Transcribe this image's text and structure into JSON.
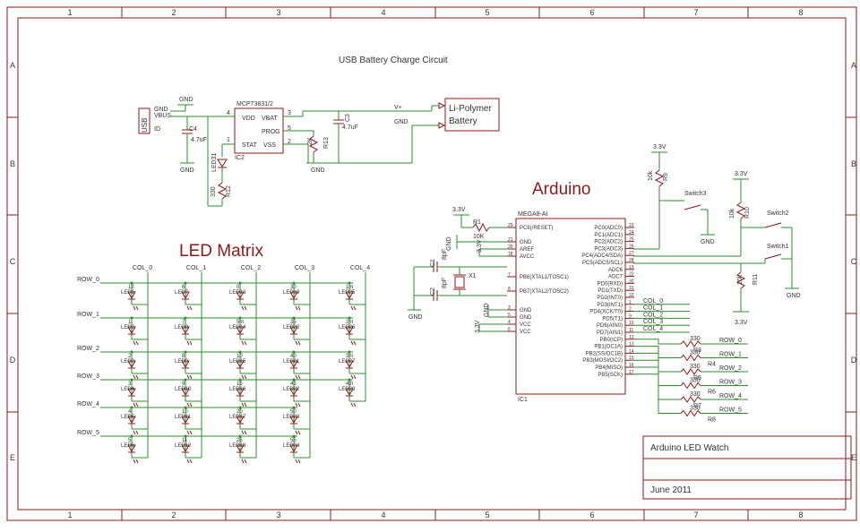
{
  "border": {
    "columns": [
      "1",
      "2",
      "3",
      "4",
      "5",
      "6",
      "7",
      "8"
    ],
    "rows": [
      "A",
      "B",
      "C",
      "D",
      "E"
    ]
  },
  "titles": {
    "usb_charge": "USB Battery Charge Circuit",
    "arduino": "Arduino",
    "led_matrix": "LED Matrix"
  },
  "title_block": {
    "name": "Arduino LED Watch",
    "date": "June 2011"
  },
  "charger": {
    "usb_label": "USB",
    "usb_pins": [
      "GND",
      "VBUS",
      "ID"
    ],
    "ic_part": "MCP73831/2",
    "ic_name": "IC2",
    "ic_pins_left": [
      "VDD",
      "STAT"
    ],
    "ic_pins_right": [
      "VBAT",
      "PROG",
      "VSS"
    ],
    "pin_numbers": [
      "4",
      "1",
      "3",
      "5",
      "2"
    ],
    "gnd": "GND",
    "c4": "C4",
    "c4_val": "4.7uF",
    "c3": "C3",
    "c3_val": "4.7uF",
    "r13": "R13",
    "r13_val": "2K",
    "r12": "R12",
    "r12_val": "330",
    "led31": "LED31",
    "vplus": "V+",
    "battery_line1": "Li-Polymer",
    "battery_line2": "Battery"
  },
  "arduino": {
    "part": "MEGA8-AI",
    "name": "IC1",
    "left_pins": [
      "PC6(/RESET)",
      "GND",
      "AREF",
      "AVCC",
      "PB6(XTAL1/TOSC1)",
      "PB7(XTAL2/TOSC2)",
      "GND",
      "GND",
      "VCC",
      "VCC"
    ],
    "left_nums": [
      "29",
      "",
      "21",
      "20",
      "18",
      "7",
      "8",
      "3",
      "5",
      "4",
      "6"
    ],
    "right_pins": [
      "PC0(ADC0)",
      "PC1(ADC1)",
      "PC2(ADC2)",
      "PC3(ADC3)",
      "PC4(ADC4/SDA)",
      "PC5(ADC5/SCL)",
      "ADC6",
      "ADC7",
      "PD0(RXD)",
      "PD1(TXD)",
      "PD2(INT0)",
      "PD3(INT1)",
      "PD4(XCK/T0)",
      "PD5(T1)",
      "PD6(AIN0)",
      "PD7(AIN1)",
      "PB0(ICP)",
      "PB1(OC1A)",
      "PB2(SS/OC1B)",
      "PB3(MOSI/OC2)",
      "PB4(MISO)",
      "PB5(SCK)"
    ],
    "right_nums": [
      "23",
      "24",
      "25",
      "26",
      "27",
      "28",
      "19",
      "22",
      "30",
      "31",
      "32",
      "1",
      "2",
      "9",
      "10",
      "11",
      "12",
      "13",
      "14",
      "15",
      "16",
      "17"
    ],
    "v33": "3.3V",
    "r1": "R1",
    "r1_val": "10K",
    "c1": "C1",
    "c2": "C2",
    "cap_val": "8pF",
    "x1": "X1",
    "gnd": "GND",
    "r9": "R9",
    "r10": "R10",
    "r11": "R11",
    "r_pull_val": "10k",
    "switch3": "Switch3",
    "switch2": "Switch2",
    "switch1": "Switch1",
    "col_nets": [
      "COL_0",
      "COL_1",
      "COL_2",
      "COL_3",
      "COL_4"
    ],
    "row_res": [
      "R3",
      "R4",
      "R5",
      "R6",
      "R7",
      "R8"
    ],
    "row_res_val": "330",
    "row_nets": [
      "ROW_0",
      "ROW_1",
      "ROW_2",
      "ROW_3",
      "ROW_4",
      "ROW_5"
    ]
  },
  "matrix": {
    "cols": [
      "COL_0",
      "COL_1",
      "COL_2",
      "COL_3",
      "COL_4"
    ],
    "rows": [
      "ROW_0",
      "ROW_1",
      "ROW_2",
      "ROW_3",
      "ROW_4",
      "ROW_5"
    ],
    "cells": [
      [
        "LED1",
        "LED7",
        "LED13",
        "LED19",
        "LED25"
      ],
      [
        "LED2",
        "LED8",
        "LED14",
        "LED20",
        "LED26"
      ],
      [
        "LED3",
        "LED9",
        "LED15",
        "LED21",
        "LED27"
      ],
      [
        "LED4",
        "LED10",
        "LED16",
        "LED22",
        "LED28"
      ],
      [
        "LED5",
        "LED11",
        "LED17",
        "LED23",
        ""
      ],
      [
        "LED6",
        "LED12",
        "LED18",
        "LED24",
        ""
      ]
    ],
    "nums": [
      [
        "12",
        "6",
        "0",
        "30",
        "1m"
      ],
      [
        "1",
        "7",
        "5m",
        "35",
        "2m"
      ],
      [
        "2",
        "8",
        "10",
        "40",
        "3m"
      ],
      [
        "3",
        "9",
        "15",
        "45",
        "4th"
      ],
      [
        "4",
        "10",
        "20",
        "50",
        ""
      ],
      [
        "5",
        "11",
        "25",
        "55",
        ""
      ]
    ]
  },
  "colors": {
    "frame": "#8b1a1a",
    "wire": "#2e8b2e",
    "text": "#333333"
  }
}
